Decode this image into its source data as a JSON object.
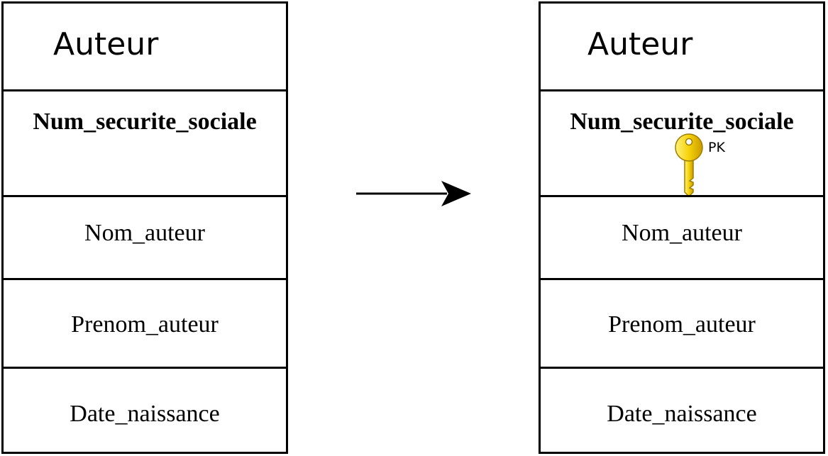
{
  "before": {
    "entity_name": "Auteur",
    "primary_attribute": "Num_securite_sociale",
    "attributes": [
      "Nom_auteur",
      "Prenom_auteur",
      "Date_naissance"
    ]
  },
  "after": {
    "entity_name": "Auteur",
    "primary_attribute": "Num_securite_sociale",
    "pk_label": "PK",
    "attributes": [
      "Nom_auteur",
      "Prenom_auteur",
      "Date_naissance"
    ]
  },
  "icons": {
    "key": "key-icon",
    "arrow": "arrow-right-icon"
  },
  "colors": {
    "line": "#000000",
    "key_fill": "#f5d20a",
    "key_stroke": "#a07c00"
  }
}
